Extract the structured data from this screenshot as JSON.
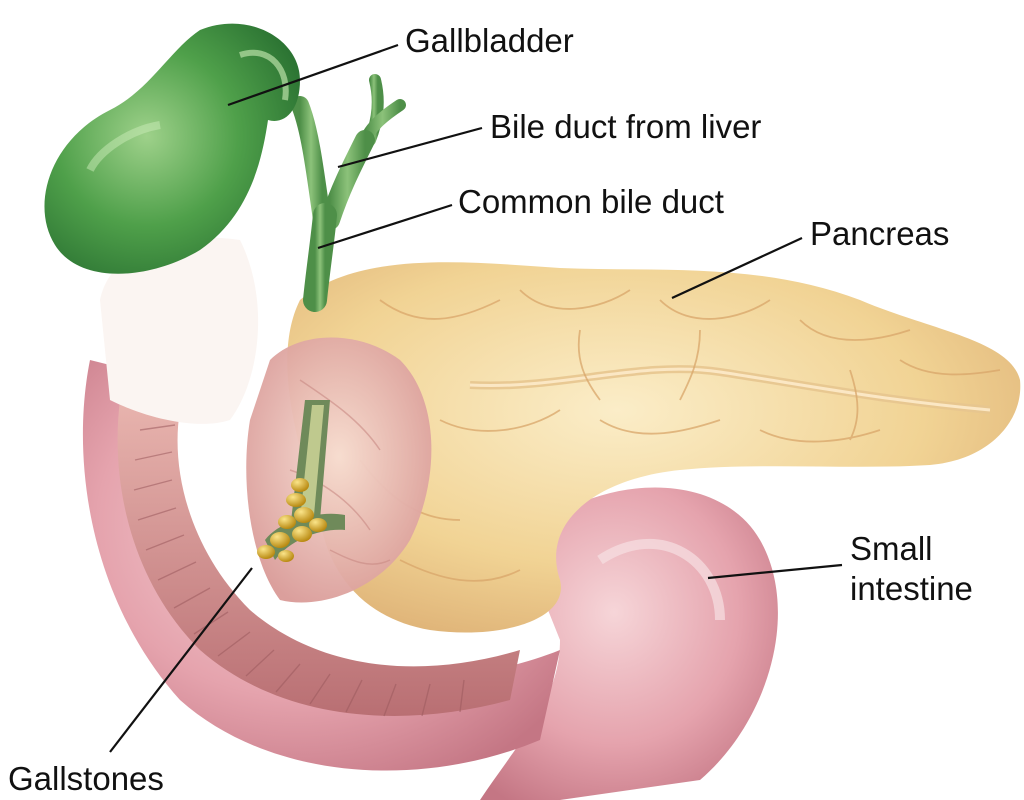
{
  "labels": {
    "gallbladder": "Gallbladder",
    "bile_duct_from_liver": "Bile duct from liver",
    "common_bile_duct": "Common bile duct",
    "pancreas": "Pancreas",
    "small_intestine_line1": "Small",
    "small_intestine_line2": "intestine",
    "gallstones": "Gallstones"
  },
  "colors": {
    "gallbladder": "#4fa04a",
    "bile_duct": "#6fae63",
    "pancreas": "#f1d394",
    "pancreas_vein": "#d9a66a",
    "intestine": "#e5a3ad",
    "intestine_inner": "#d38b8b",
    "duodenum_head": "#ecc1b8",
    "gallstones": "#d8b02a",
    "leader_line": "#111111"
  }
}
